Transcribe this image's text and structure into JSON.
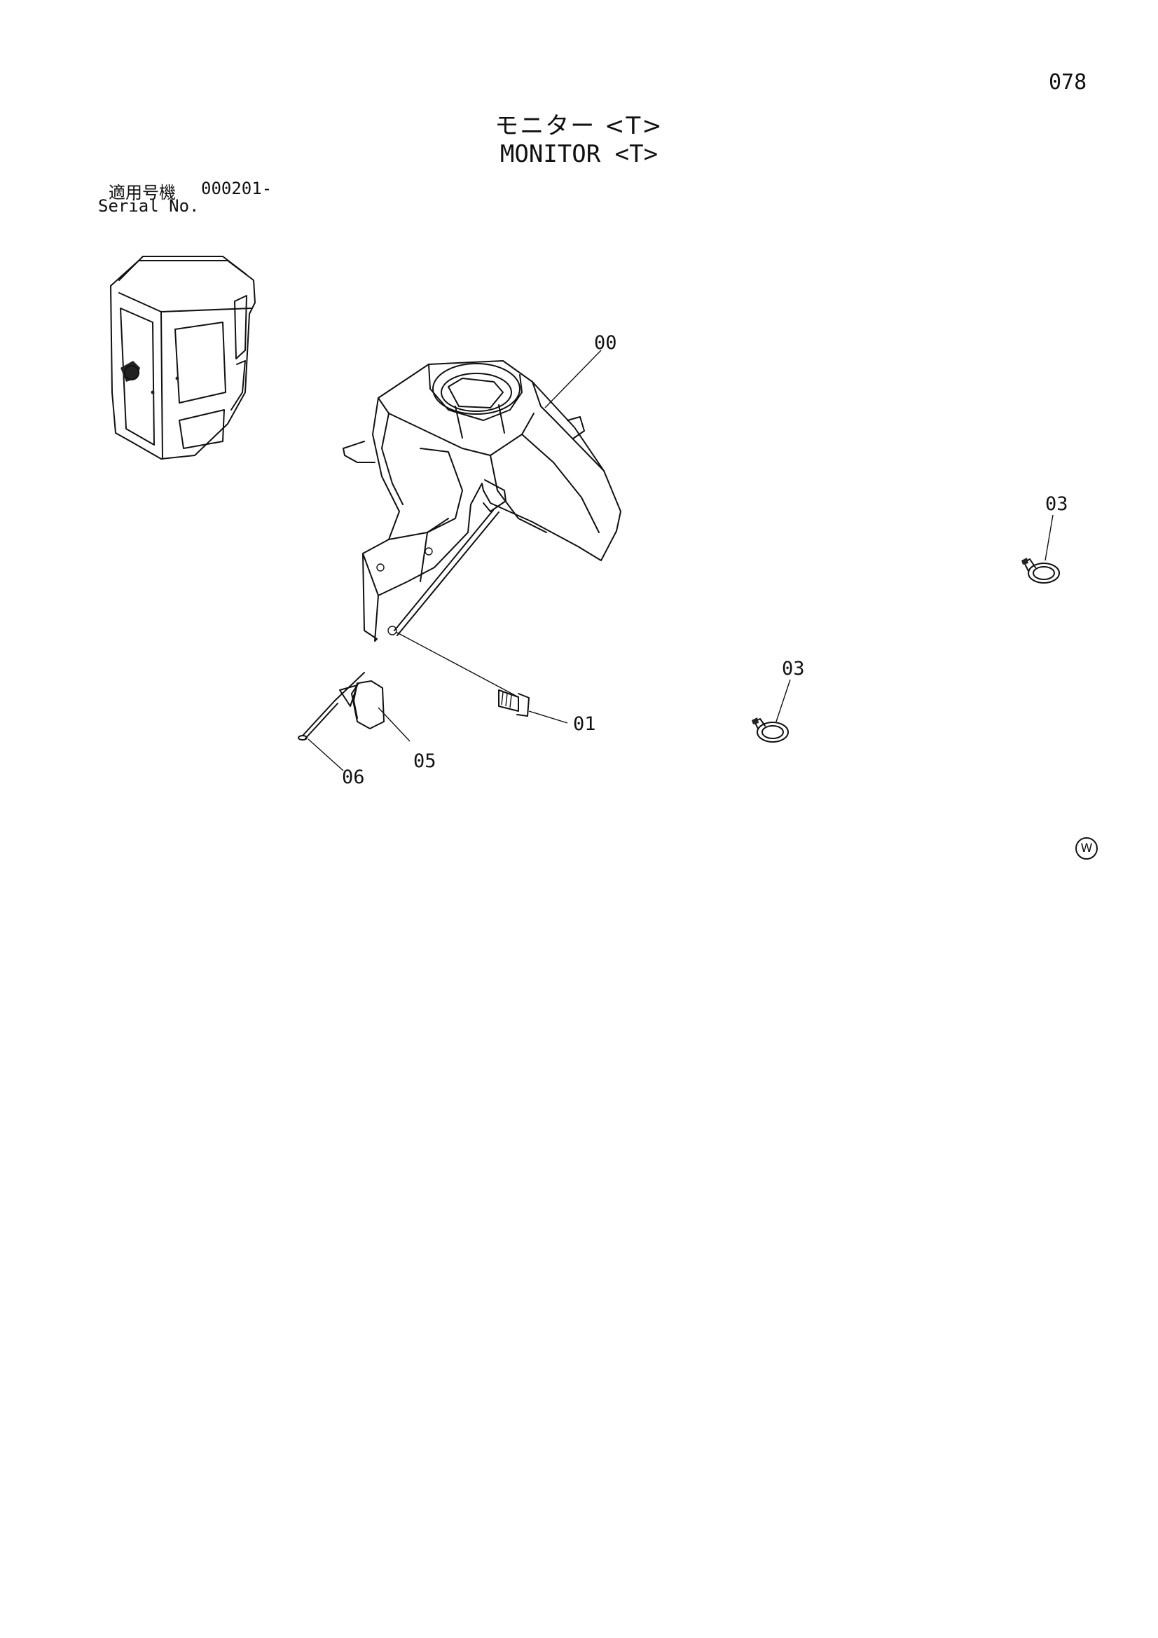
{
  "page": {
    "number": "078"
  },
  "title": {
    "japanese": "モニター <T>",
    "english": "MONITOR <T>"
  },
  "serial": {
    "label_jp": "適用号機",
    "range": "000201-",
    "label_en": "Serial No."
  },
  "copyright_symbol": "W",
  "callouts": [
    "00",
    "03",
    "03",
    "01",
    "05",
    "06"
  ],
  "icons": [
    "cab-locator-icon",
    "monitor-bracket-assembly",
    "hose-clamp-icon",
    "bolt-icon",
    "rubber-cap-icon",
    "pin-icon"
  ]
}
